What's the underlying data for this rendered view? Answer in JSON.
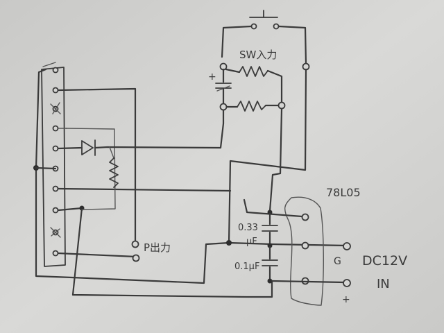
{
  "labels": {
    "switch": "SW入力",
    "output": "P出力",
    "regulator": "78L05",
    "cap1": "0.33",
    "cap1_unit": "μF",
    "cap2": "0.1μF",
    "ground": "G",
    "dc": "DC12V",
    "in": "IN",
    "plus_battery": "+",
    "plus_in": "+"
  }
}
